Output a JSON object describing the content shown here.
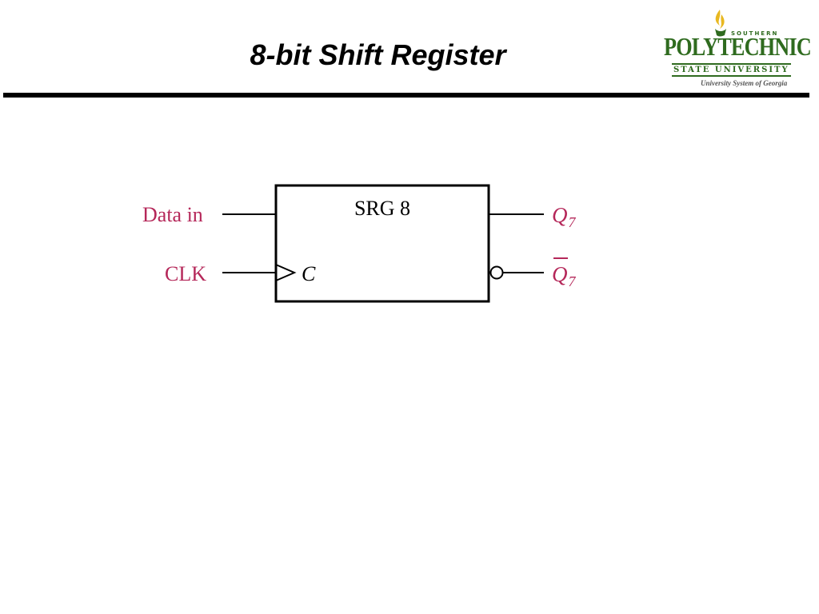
{
  "slide": {
    "title": "8-bit Shift Register"
  },
  "logo": {
    "line1": "SOUTHERN",
    "line2": "POLYTECHNIC",
    "line3": "STATE UNIVERSITY",
    "line4": "University System of Georgia",
    "colors": {
      "green": "#2f6b1f",
      "flame": "#e8b820"
    }
  },
  "diagram": {
    "block_label": "SRG 8",
    "clock_pin_label": "C",
    "inputs": [
      {
        "label": "Data in"
      },
      {
        "label": "CLK"
      }
    ],
    "outputs": [
      {
        "label": "Q",
        "subscript": "7",
        "inverted": false
      },
      {
        "label": "Q",
        "subscript": "7",
        "inverted": true
      }
    ],
    "colors": {
      "signal_label": "#b5285a",
      "lines": "#000000"
    }
  }
}
